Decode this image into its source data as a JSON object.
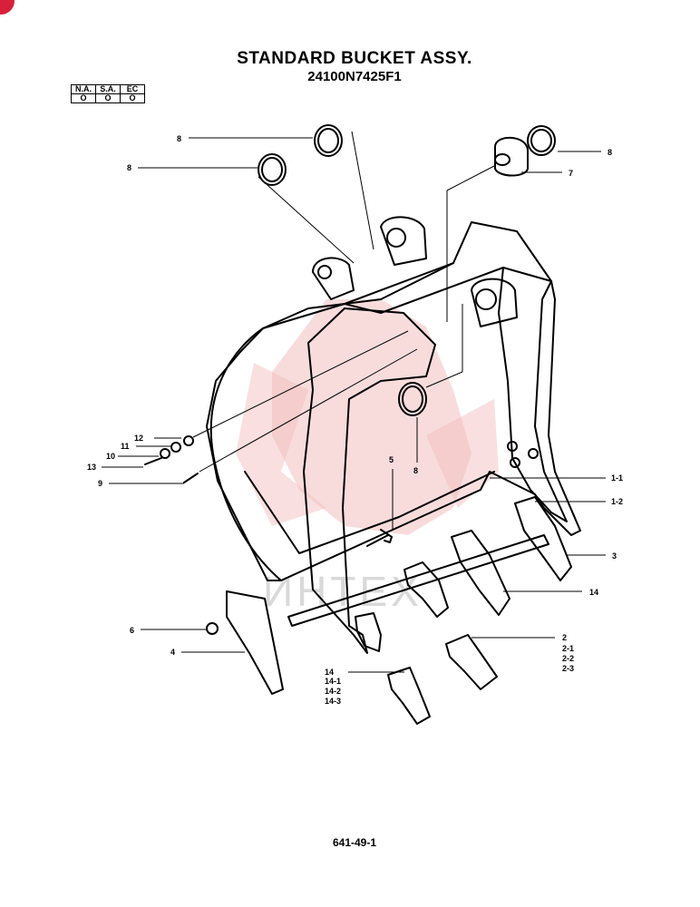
{
  "title": "STANDARD BUCKET ASSY.",
  "part_number": "24100N7425F1",
  "applicability": {
    "headers": [
      "N.A.",
      "S.A.",
      "EC"
    ],
    "values": [
      "O",
      "O",
      "O"
    ]
  },
  "callouts": {
    "c8a": "8",
    "c8b": "8",
    "c8c": "8",
    "c8d": "8",
    "c7": "7",
    "c12": "12",
    "c11": "11",
    "c10": "10",
    "c13": "13",
    "c9": "9",
    "c5": "5",
    "c1_1": "1-1",
    "c1_2": "1-2",
    "c3": "3",
    "c14a": "14",
    "c6": "6",
    "c4": "4",
    "c2": "2",
    "c2_1": "2-1",
    "c2_2": "2-2",
    "c2_3": "2-3",
    "c14b": "14",
    "c14_1": "14-1",
    "c14_2": "14-2",
    "c14_3": "14-3"
  },
  "watermark": "ИНТЕХ",
  "page_number": "641-49-1",
  "colors": {
    "watermark_red": "#e88a8a",
    "badge": "#d8203a"
  }
}
